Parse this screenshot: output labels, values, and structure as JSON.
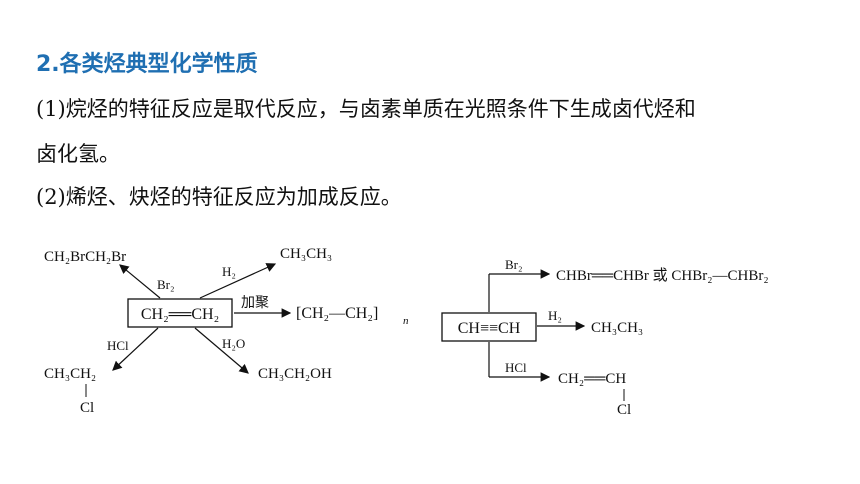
{
  "heading": "2.各类烃典型化学性质",
  "paragraphs": {
    "p1_line1": "(1)烷烃的特征反应是取代反应，与卤素单质在光照条件下生成卤代烃和",
    "p1_line2": "卤化氢。",
    "p2": "(2)烯烃、炔烃的特征反应为加成反应。"
  },
  "ethylene": {
    "center": "CH₂══CH₂",
    "br2_label": "Br₂",
    "br2_product": "CH₂BrCH₂Br",
    "h2_label": "H₂",
    "h2_product": "CH₃CH₃",
    "poly_label": "加聚",
    "poly_product": "[CH₂—CH₂]",
    "poly_n": "n",
    "hcl_label": "HCl",
    "hcl_product_top": "CH₃CH₂",
    "hcl_product_bottom": "Cl",
    "h2o_label": "H₂O",
    "h2o_product": "CH₃CH₂OH"
  },
  "acetylene": {
    "center": "CH≡≡CH",
    "br2_label": "Br₂",
    "br2_product": "CHBr══CHBr 或 CHBr₂—CHBr₂",
    "h2_label": "H₂",
    "h2_product": "CH₃CH₃",
    "hcl_label": "HCl",
    "hcl_product_top": "CH₂══CH",
    "hcl_product_bottom": "Cl"
  }
}
